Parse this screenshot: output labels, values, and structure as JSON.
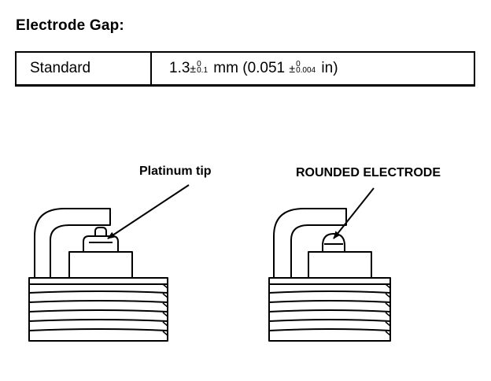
{
  "heading": "Electrode Gap:",
  "spec": {
    "label": "Standard",
    "mm_value": "1.3",
    "mm_tol_upper": "0",
    "mm_tol_lower": "0.1",
    "mm_unit": "mm",
    "in_value": "0.051",
    "in_tol_upper": "0",
    "in_tol_lower": "0.004",
    "in_unit": "in",
    "plus_minus": "±"
  },
  "plugs": [
    {
      "callout": "Platinum tip"
    },
    {
      "callout": "ROUNDED ELECTRODE"
    }
  ]
}
